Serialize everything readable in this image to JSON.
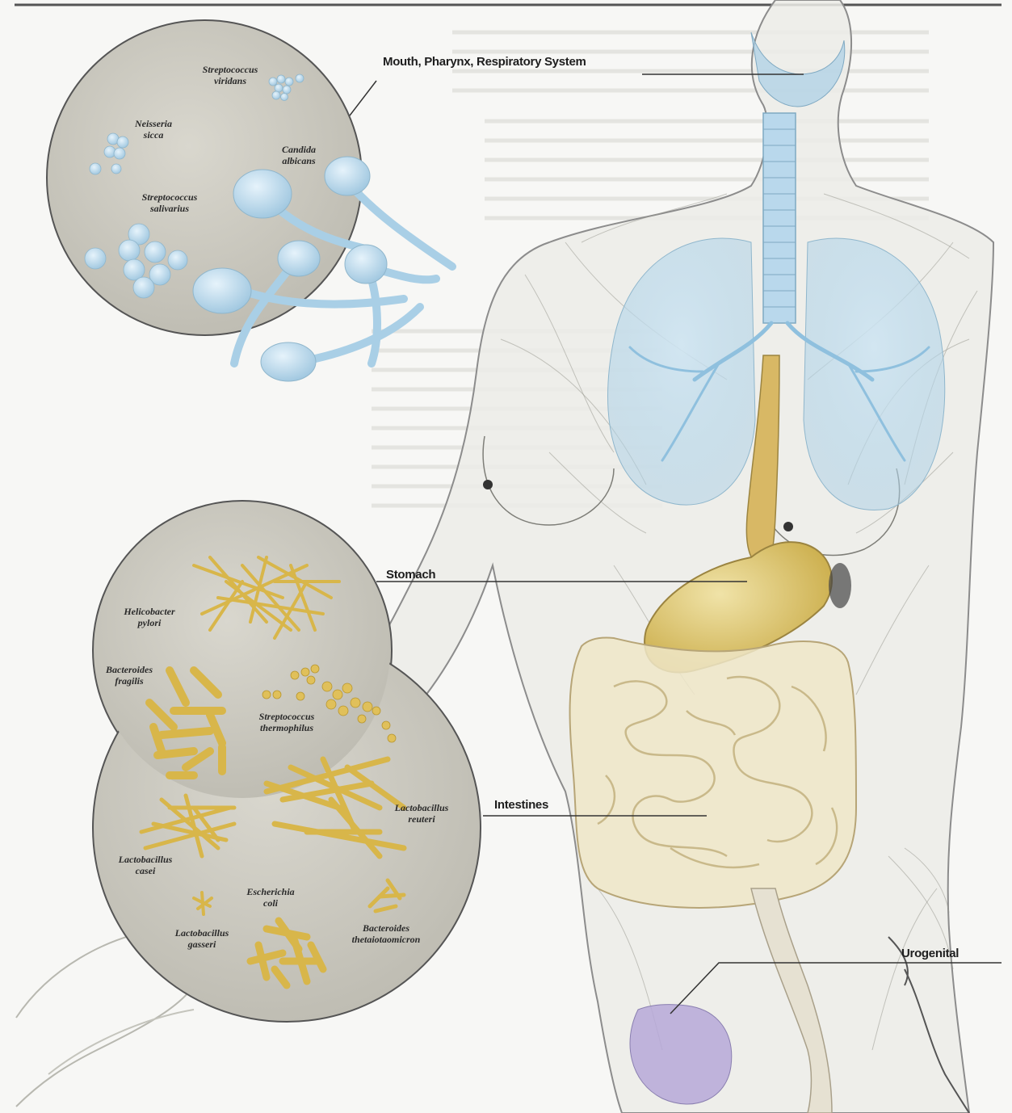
{
  "regions": {
    "mouth": "Mouth, Pharynx, Respiratory System",
    "stomach": "Stomach",
    "intestines": "Intestines",
    "urogenital": "Urogenital"
  },
  "species": {
    "strep_viridans": [
      "Streptococcus",
      "viridans"
    ],
    "neisseria": [
      "Neisseria",
      "sicca"
    ],
    "candida": [
      "Candida",
      "albicans"
    ],
    "strep_salivarius": [
      "Streptococcus",
      "salivarius"
    ],
    "helicobacter": [
      "Helicobacter",
      "pylori"
    ],
    "bacteroides_fragilis": [
      "Bacteroides",
      "fragilis"
    ],
    "strep_thermophilus": [
      "Streptococcus",
      "thermophilus"
    ],
    "lacto_reuteri": [
      "Lactobacillus",
      "reuteri"
    ],
    "lacto_casei": [
      "Lactobacillus",
      "casei"
    ],
    "ecoli": [
      "Escherichia",
      "coli"
    ],
    "lacto_gasseri": [
      "Lactobacillus",
      "gasseri"
    ],
    "bacteroides_theta": [
      "Bacteroides",
      "thetaiotaomicron"
    ]
  },
  "colors": {
    "respiratory": "#a9cfe6",
    "digestive": "#e2c66a",
    "intestine": "#efe6c8",
    "urogenital": "#b6a8d8",
    "circle_fill": "#cfcdc4",
    "body_outline": "#8c8c8c"
  }
}
